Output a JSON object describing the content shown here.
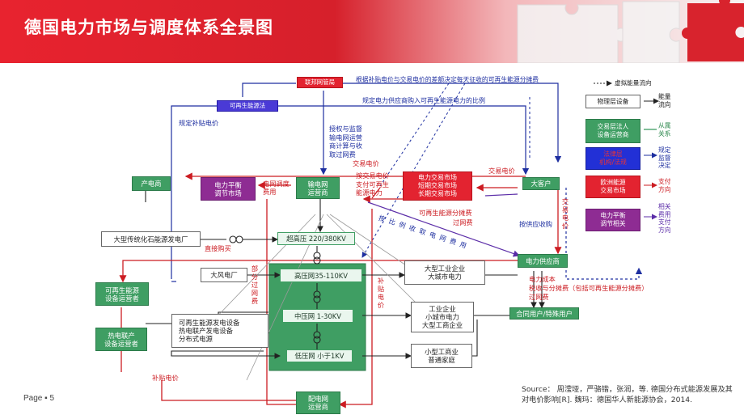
{
  "header": {
    "title": "德国电力市场与调度体系全景图"
  },
  "footer": {
    "page": "Page ▪ 5",
    "source": "Source： 周滢垭，严骆锴，张润，等. 德国分布式能源发展及其对电价影响[R]. 魏玛：德国华人新能源协会，2014."
  },
  "colors": {
    "red_banner": "#e8232f",
    "green": "#3f9e63",
    "red_box": "#e32330",
    "purple_box": "#8e2c93",
    "blue_box": "#2230d6",
    "arrow_blue": "#1e2fa0",
    "arrow_red": "#cc1c22"
  },
  "nodes": {
    "regulator1": "联邦网管局",
    "regulator2": "可再生能源法",
    "producer": "产电商",
    "balance_market": "电力平衡\n调节市场",
    "tso": "输电网\n运营商",
    "exchange": "电力交易市场\n短期交易市场\n长期交易市场",
    "big_customer": "大客户",
    "fossil_plant": "大型传统化石能源发电厂",
    "ehv": "超高压 220/380KV",
    "wind_plant": "大风电厂",
    "hv": "高压网35-110KV",
    "mv": "中压网 1-30KV",
    "lv": "低压网 小于1KV",
    "large_industry": "大型工业企业\n大城市电力",
    "industry": "工业企业\n小城市电力\n大型工商企业",
    "small_business": "小型工商业\n普通家庭",
    "supplier": "电力供应商",
    "contract_users": "合同用户/特殊用户",
    "re_operator": "可再生能源\n设备运营者",
    "chp_operator": "热电联产\n设备运营者",
    "distributed": "可再生能源发电设备\n热电联产发电设备\n分布式电源",
    "dso": "配电网\n运营商"
  },
  "labels": {
    "top_note": "根据补贴电价与交易电价的差额决定每天征收的可再生能源分摊费",
    "re_share_note": "规定电力供应商购入可再生能源电力的比例",
    "fixed_feed_in": "规定补贴电价",
    "authorize": "授权与监督\n输电网运营\n商计算与收\n取过网费",
    "trade_price_top": "交易电价",
    "trade_price_right": "交易电价",
    "pay_by_trade": "按交易电价\n支付可再生\n能源电力",
    "grid_fee_balance": "电网调度\n费用",
    "re_levy": "可再生能源分摊费",
    "transit_fee": "过网费",
    "collect_by_ratio": "按比例收取电网费用",
    "collect_by_supply": "按供应收购",
    "trade_vertical": "交易电价",
    "direct_purchase": "直接购买",
    "partial_transit": "部分过网费",
    "subsidy_vertical": "补贴电价",
    "cost_line1": "电力成本",
    "cost_line2": "税收与分摊费（包括可再生能源分摊费）",
    "cost_line3": "过网费",
    "subsidy_bottom": "补贴电价"
  },
  "legend": {
    "virtual_flow": "虚拟能量流向",
    "physical": "物理层设备",
    "energy_flow": "能量\n流向",
    "trading_entity": "交易层法人\n设备运营商",
    "subordinate": "从属\n关系",
    "regulation_entity": "法律层\n机构/法规",
    "regulate": "规定\n监督\n决定",
    "euro_exchange": "欧洲能源\n交易市场",
    "pay_direction": "支付\n方向",
    "balance_related": "电力平衡\n调节相关",
    "related_fees": "相关\n费用\n支付\n方向"
  }
}
